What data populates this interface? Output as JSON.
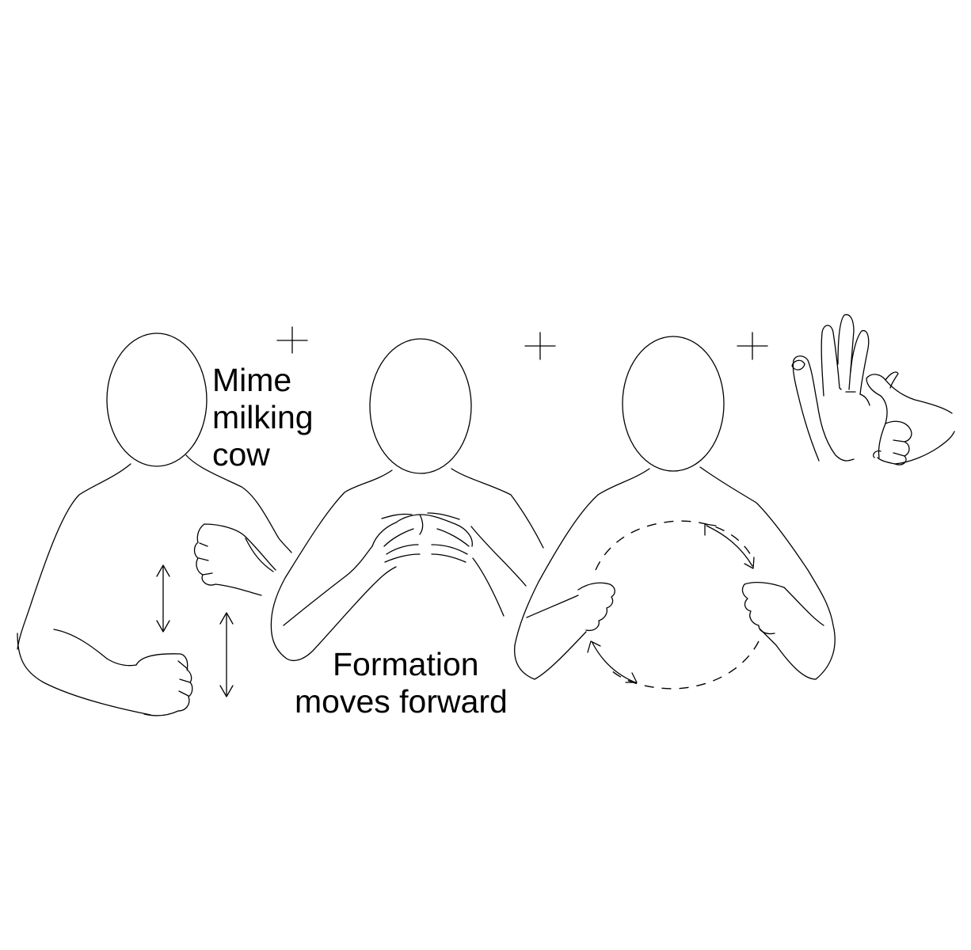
{
  "labels": {
    "mime_line1": "Mime",
    "mime_line2": "milking",
    "mime_line3": "cow",
    "formation_line1": "Formation",
    "formation_line2": "moves forward"
  },
  "figures": [
    {
      "id": "figure-1",
      "description": "Mime milking cow: fists alternate up and down"
    },
    {
      "id": "figure-2",
      "description": "Fingertips of both hands touching in a tent shape"
    },
    {
      "id": "figure-3",
      "description": "Fists move in a forward circle"
    },
    {
      "id": "figure-4",
      "description": "Closeup of hand: index finger tapping fingers of flat hand"
    }
  ],
  "colors": {
    "stroke": "#000000",
    "background": "#ffffff"
  }
}
